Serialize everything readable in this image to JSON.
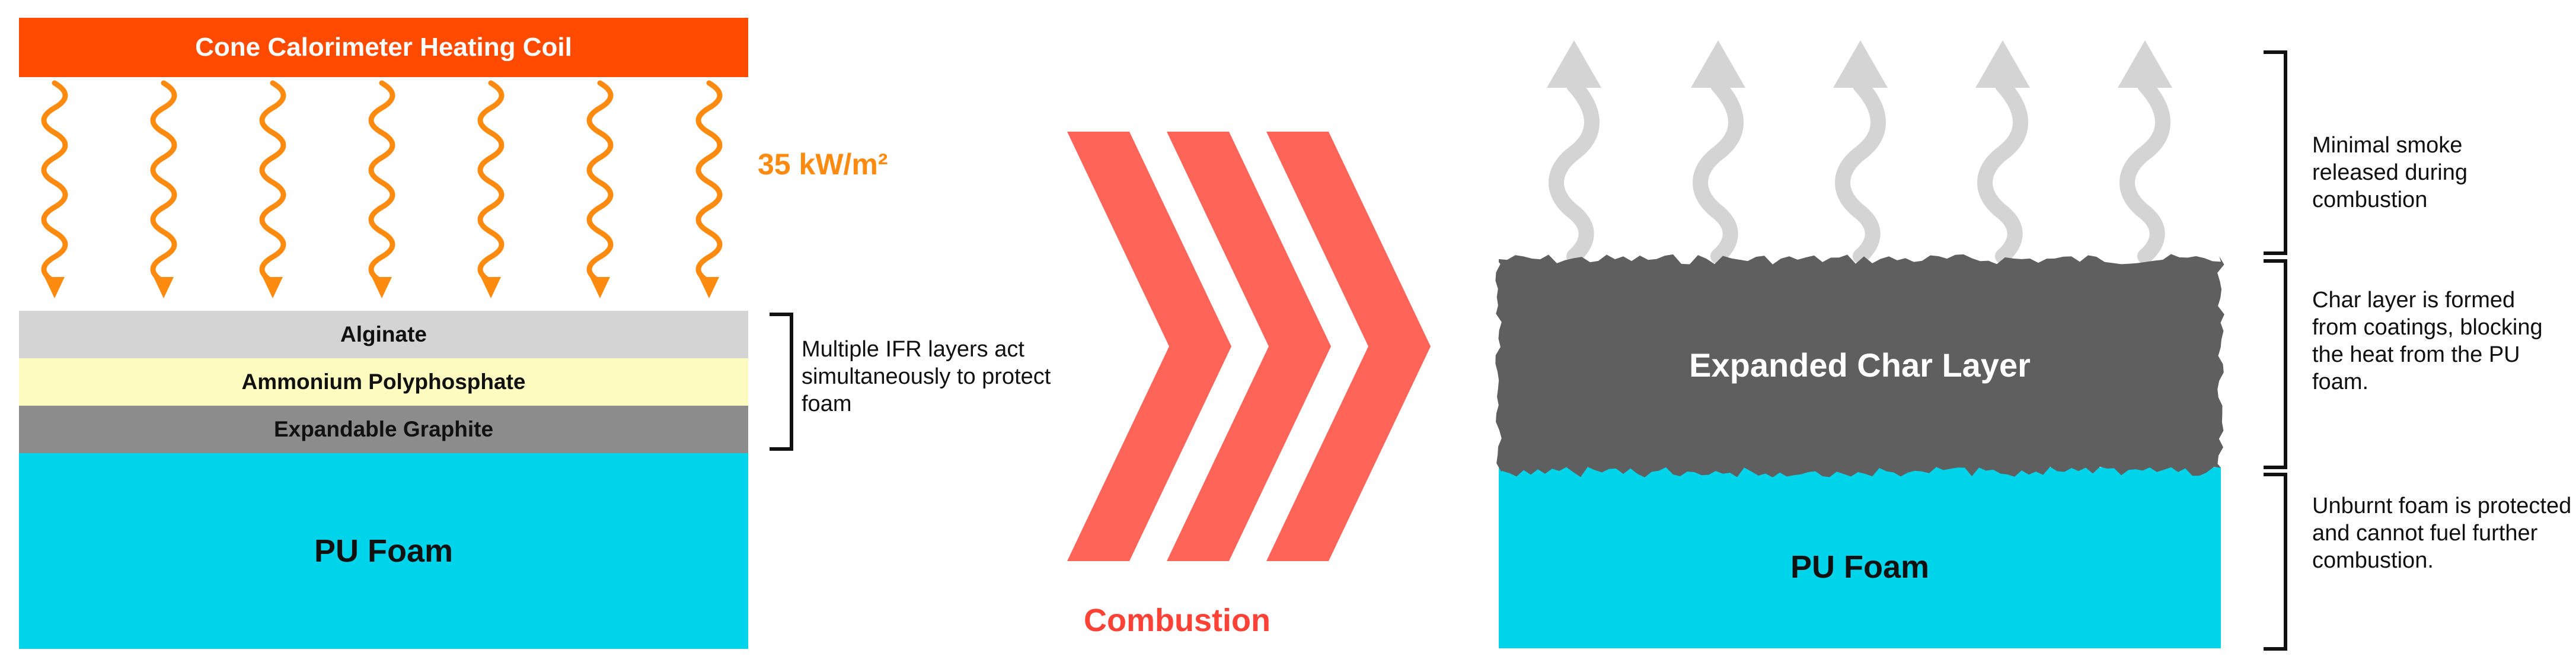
{
  "left": {
    "heating_coil_label": "Cone Calorimeter Heating Coil",
    "heat_flux_label": "35 kW/m²",
    "layers": [
      {
        "label": "Alginate",
        "color": "#d4d4d4"
      },
      {
        "label": "Ammonium Polyphosphate",
        "color": "#fdfcc0"
      },
      {
        "label": "Expandable Graphite",
        "color": "#8c8c8c"
      }
    ],
    "foam_label": "PU Foam",
    "layers_note": "Multiple IFR layers act simultaneously to protect foam"
  },
  "center": {
    "process_label": "Combustion"
  },
  "right": {
    "char_label": "Expanded Char Layer",
    "foam_label": "PU Foam",
    "smoke_note": "Minimal smoke released during combustion",
    "char_note": "Char layer is formed from coatings, blocking the heat from the PU foam.",
    "foam_note": "Unburnt foam is protected and cannot fuel further combustion."
  },
  "colors": {
    "coil": "#ff4a00",
    "heat_arrow": "#ff8a10",
    "foam": "#00d4ea",
    "char": "#5f5f5f",
    "chevron": "#ff6459",
    "combustion_text": "#ff4136",
    "smoke": "#d4d4d4"
  },
  "icons": {
    "heat_arrows": "wavy-arrow-down-icon",
    "smoke_arrows": "wavy-arrow-up-icon",
    "process_arrow": "triple-chevron-right-icon"
  }
}
